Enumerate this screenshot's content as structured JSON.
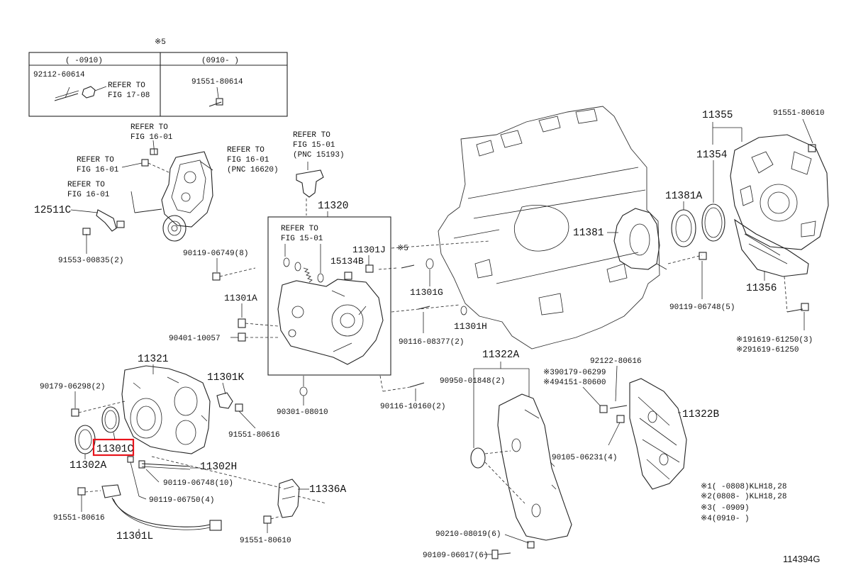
{
  "table": {
    "mark": "※5",
    "col1_header": "( -0910)",
    "col2_header": "(0910- )",
    "col1_part": "92112-60614",
    "col1_refer_line1": "REFER TO",
    "col1_refer_line2": "FIG 17-08",
    "col2_part": "91551-80614"
  },
  "refs": {
    "r1_l1": "REFER TO",
    "r1_l2": "FIG 16-01",
    "r2_l1": "REFER TO",
    "r2_l2": "FIG 16-01",
    "r2_l3": "(PNC 16620)",
    "r3_l1": "REFER TO",
    "r3_l2": "FIG 16-01",
    "r4_l1": "REFER TO",
    "r4_l2": "FIG 16-01",
    "r5_l1": "REFER TO",
    "r5_l2": "FIG 15-01",
    "r5_l3": "(PNC 15193)",
    "r6_l1": "REFER TO",
    "r6_l2": "FIG 15-01"
  },
  "parts": {
    "p12511C": "12511C",
    "p91553": "91553-00835(2)",
    "p90119_6749": "90119-06749(8)",
    "p11301A": "11301A",
    "p90401": "90401-10057",
    "p11320": "11320",
    "p11301J": "11301J",
    "p15134B": "15134B",
    "p_mark5": "※5",
    "p11301G": "11301G",
    "p11301H": "11301H",
    "p90116_8377": "90116-08377(2)",
    "p11381": "11381",
    "p11381A": "11381A",
    "p11355": "11355",
    "p11354": "11354",
    "p91551_80610_top": "91551-80610",
    "p11356": "11356",
    "p90119_6748_5": "90119-06748(5)",
    "p191619": "※191619-61250(3)",
    "p291619": "※291619-61250",
    "p11321": "11321",
    "p90179_6298": "90179-06298(2)",
    "p11301K": "11301K",
    "p91551_80616_a": "91551-80616",
    "p11301C": "11301C",
    "p11302A": "11302A",
    "p11302H": "11302H",
    "p90119_6748_10": "90119-06748(10)",
    "p90119_6750": "90119-06750(4)",
    "p91551_80616_b": "91551-80616",
    "p11301L": "11301L",
    "p90301": "90301-08010",
    "p90116_10160": "90116-10160(2)",
    "p11336A": "11336A",
    "p91551_80610_b": "91551-80610",
    "p11322A": "11322A",
    "p90950": "90950-01848(2)",
    "p90179_6299": "※390179-06299",
    "p94151": "※494151-80600",
    "p92122": "92122-80616",
    "p11322B": "11322B",
    "p90105": "90105-06231(4)",
    "p90210": "90210-08019(6)",
    "p90109": "90109-06017(6)"
  },
  "legend": {
    "l1": "※1( -0808)KLH18,28",
    "l2": "※2(0808- )KLH18,28",
    "l3": "※3( -0909)",
    "l4": "※4(0910- )"
  },
  "illustration_id": "114394G",
  "highlight_color": "#e8141c"
}
